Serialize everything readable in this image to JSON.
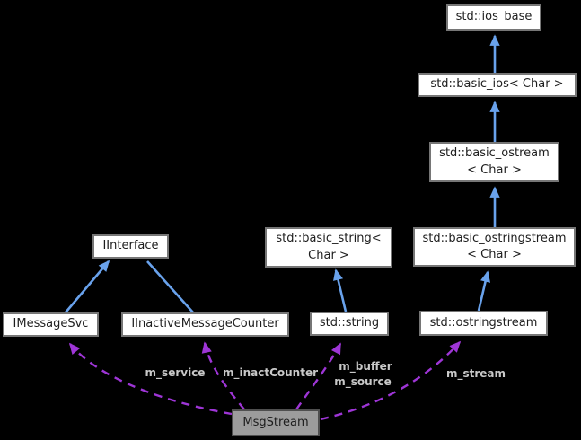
{
  "diagram": {
    "type": "collaboration-graph",
    "focus_node": "MsgStream",
    "colors": {
      "background": "#000000",
      "inheritance_arrow": "#69a2ec",
      "usage_arrow": "#9e35d6",
      "node_fill": "#ffffff",
      "node_border": "#767676",
      "node_text": "#1d1d1d",
      "focus_node_fill": "#9c9c9c",
      "focus_node_border": "#4f4f4f",
      "edge_label_text": "#c8c8c8"
    },
    "nodes": [
      {
        "id": "std-ios-base",
        "lines": [
          "std::ios_base"
        ]
      },
      {
        "id": "std-basic-ios",
        "lines": [
          "std::basic_ios< Char >"
        ]
      },
      {
        "id": "std-basic-ostream",
        "lines": [
          "std::basic_ostream",
          "< Char >"
        ]
      },
      {
        "id": "std-basic-ostringstream",
        "lines": [
          "std::basic_ostringstream",
          "< Char >"
        ]
      },
      {
        "id": "std-basic-string",
        "lines": [
          "std::basic_string<",
          "Char >"
        ]
      },
      {
        "id": "iinterface",
        "lines": [
          "IInterface"
        ]
      },
      {
        "id": "imessagesvc",
        "lines": [
          "IMessageSvc"
        ]
      },
      {
        "id": "iinactivemessagecounter",
        "lines": [
          "IInactiveMessageCounter"
        ]
      },
      {
        "id": "std-string",
        "lines": [
          "std::string"
        ]
      },
      {
        "id": "std-ostringstream",
        "lines": [
          "std::ostringstream"
        ]
      },
      {
        "id": "msgstream",
        "lines": [
          "MsgStream"
        ]
      }
    ],
    "inheritance_edges": [
      {
        "from": "std::basic_ios< Char >",
        "to": "std::ios_base"
      },
      {
        "from": "std::basic_ostream< Char >",
        "to": "std::basic_ios< Char >"
      },
      {
        "from": "std::basic_ostringstream< Char >",
        "to": "std::basic_ostream< Char >"
      },
      {
        "from": "std::ostringstream",
        "to": "std::basic_ostringstream< Char >"
      },
      {
        "from": "std::string",
        "to": "std::basic_string< Char >"
      },
      {
        "from": "IMessageSvc",
        "to": "IInterface"
      },
      {
        "from": "IInactiveMessageCounter",
        "to": "IInterface"
      }
    ],
    "usage_edges": [
      {
        "from": "MsgStream",
        "to": "IMessageSvc",
        "labels": [
          "m_service"
        ]
      },
      {
        "from": "MsgStream",
        "to": "IInactiveMessageCounter",
        "labels": [
          "m_inactCounter"
        ]
      },
      {
        "from": "MsgStream",
        "to": "std::string",
        "labels": [
          "m_buffer",
          "m_source"
        ]
      },
      {
        "from": "MsgStream",
        "to": "std::ostringstream",
        "labels": [
          "m_stream"
        ]
      }
    ]
  }
}
